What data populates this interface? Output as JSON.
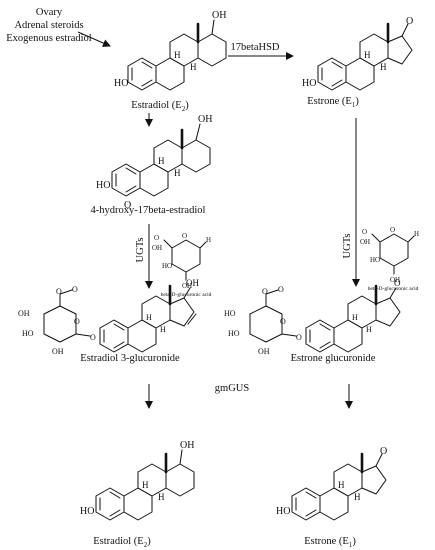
{
  "sources": [
    "Ovary",
    "Adrenal steroids",
    "Exogenous estradiol"
  ],
  "compounds": {
    "estradiol_top": "Estradiol (E",
    "estrone_top": "Estrone (E",
    "hydroxy": "4-hydroxy-17beta-estradiol",
    "e2_glucuronide": "Estradiol 3-glucuronide",
    "e1_glucuronide": "Estrone glucuronide",
    "estradiol_bottom": "Estradiol (E",
    "estrone_bottom": "Estrone (E"
  },
  "subscripts": {
    "e2": "2",
    "e1": "1"
  },
  "enzymes": {
    "hsd": "17betaHSD",
    "ugt": "UGTs",
    "gus": "gmGUS"
  },
  "glucuronic_acid_label": "beta-D-glucuronic acid",
  "atoms": {
    "oh": "OH",
    "ho": "HO",
    "o": "O",
    "h": "H",
    "h_bar": "H"
  }
}
